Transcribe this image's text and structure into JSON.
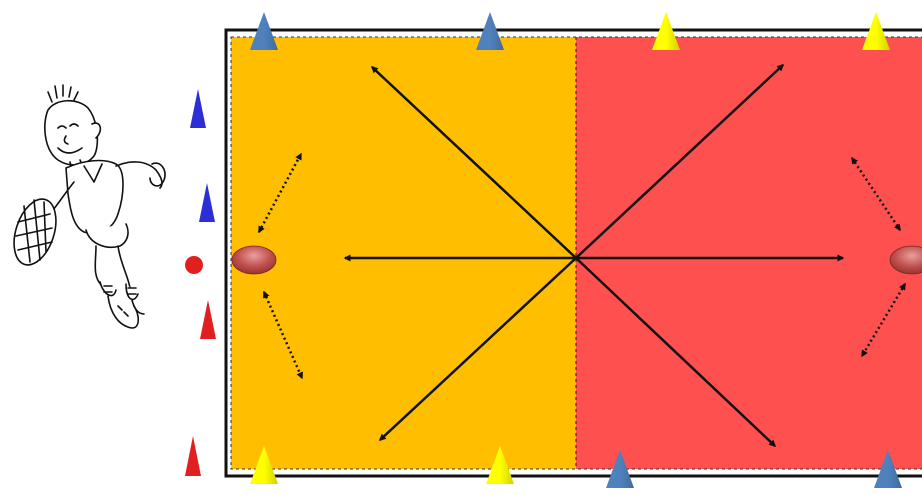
{
  "colors": {
    "page_background": "#ffffff",
    "zone_left": "#FFBE00",
    "zone_right": "#FF5050",
    "field_border": "#111111",
    "arrow": "#111111",
    "cone_blue": "#4F81BD",
    "cone_yellow": "#FFFF00",
    "cone_dark_blue": "#2E2ED6",
    "cone_red": "#E02020",
    "ball_marker": "#E02020",
    "rugby_ball": "#C0504D"
  },
  "field": {
    "zones": [
      {
        "name": "left-zone",
        "color": "zone_left"
      },
      {
        "name": "right-zone",
        "color": "zone_right"
      }
    ],
    "center_divider": "dashed"
  },
  "cones": {
    "top": [
      "blue",
      "blue",
      "yellow",
      "yellow"
    ],
    "bottom": [
      "yellow",
      "yellow",
      "blue",
      "blue"
    ],
    "left_side": [
      "dark-blue",
      "dark-blue",
      "red",
      "red"
    ]
  },
  "arrows": {
    "solid_from_center": 6,
    "dotted_double_headed": 4
  },
  "rugby_balls": [
    "left-end",
    "right-end"
  ],
  "player_illustration": "cartoon-boy-with-racket"
}
